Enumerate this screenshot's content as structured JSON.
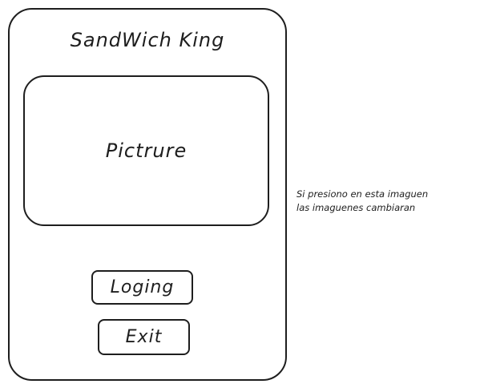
{
  "app": {
    "title": "SandWich King"
  },
  "picture": {
    "label": "Pictrure"
  },
  "buttons": {
    "login_label": "Loging",
    "exit_label": "Exit"
  },
  "annotation": {
    "line1": "Si presiono en esta imaguen",
    "line2": "las imaguenes cambiaran"
  },
  "colors": {
    "stroke": "#1e1e1e",
    "background": "#ffffff"
  }
}
